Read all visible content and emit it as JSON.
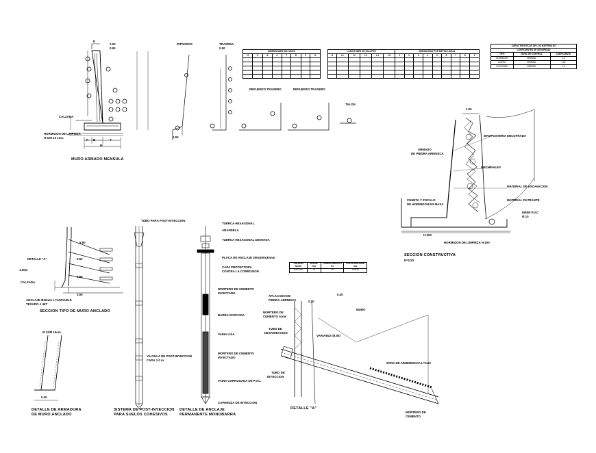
{
  "muro_mensula": {
    "title": "MURO ARMADO MENSULA",
    "labels": {
      "calzada": "CALZADA",
      "hormigon_limpieza": "HORMIGON DE LIMPIEZA",
      "h100": "H-100 10 cms.",
      "trasera": "TRASERA",
      "intrados": "INTRADOS",
      "refuerzo1": "REFUERZO TRASERO",
      "refuerzo2": "REFUERZO TRASERO",
      "talon": "TALON",
      "cota_200": "2.00",
      "cota_050": "0.50",
      "cota_150": "1.50",
      "dim_e": "E",
      "dim_b": "B",
      "dim_p": "P",
      "dim_t": "T",
      "dim_m": "M"
    }
  },
  "tabla_dimensiones": {
    "title": "DIMENSIONES DEL MURO",
    "headers": [
      "H",
      "C",
      "A",
      "C",
      "T",
      "D",
      "P",
      "H"
    ]
  },
  "tabla_armaduras": {
    "title_left": "LONGITUDES DE SOLAPES",
    "title_right": "ARMADURAS POR METRO LINEAL",
    "headers": [
      "H",
      "L1",
      "L2",
      "L3",
      "L4",
      "L5",
      "1",
      "2",
      "3",
      "4",
      "5",
      "6",
      "7",
      "8",
      "9"
    ]
  },
  "tabla_materiales": {
    "title": "CARACTERISTICAS DE LOS MATERIALES",
    "subtitle": "COEFICIENTES DE SEGURIDAD",
    "col1": "TIPO",
    "col2": "NIVEL DE CONTROL",
    "col3": "COEFICIENTE",
    "rows": [
      [
        "HORMIGON",
        "NORMAL",
        "1.5"
      ],
      [
        "ACERO",
        "NORMAL",
        "1.15"
      ],
      [
        "ACCIONES",
        "NORMAL",
        "1.6"
      ]
    ]
  },
  "seccion_constructiva": {
    "title": "SECCION CONSTRUCTIVA",
    "scale": "E=1/20",
    "labels": {
      "top_dim": "1.00",
      "mampuesto": "MAMPOSTERIA ENCOFRADA",
      "armado": "ARMADO",
      "piedra": "DE PIEDRA ARENISCA",
      "mechinales": "MECHINALES",
      "material_excavacion": "MATERIAL DE EXCAVACION",
      "material_filtrante": "MATERIAL FILTRANTE",
      "dren": "DREN P.V.C.",
      "dren_size": "Ø 10",
      "cuneta": "CUNETA Y ZOCALO",
      "cuneta2": "DE HORMIGON EN MASA",
      "h200": "H-200",
      "hormigon_limpieza": "HORMIGON DE LIMPIEZA H-100"
    }
  },
  "muro_anclado": {
    "title": "SECCION TIPO DE MURO ANCLADO",
    "labels": {
      "detalle_a": "DETALLE \"A\"",
      "calzada": "CALZADA",
      "anclaje": "ANCLAJE Ø32mm L=VARIABLE",
      "tesado": "TESADO A 46T",
      "dims": [
        "5.50",
        "5.50",
        "4.50",
        "3.50"
      ],
      "h": "1.50m"
    }
  },
  "detalle_armadura": {
    "title": "DETALLE DE ARMADURA",
    "title2": "DE MURO ANCLADO",
    "top_label": "Ø 12/Ø 15cm.",
    "dim": "0.40"
  },
  "post_inyeccion": {
    "title": "SISTEMA DE POST-INYECCION",
    "title2": "PARA SUELOS COHESIVOS",
    "labels": {
      "tubo": "TUBO PARA POST-INYECCION",
      "valvula": "VALVULA DE POST-INYECCION",
      "cada": "CADA 1.0 m."
    }
  },
  "detalle_anclaje": {
    "title": "DETALLE DE ANCLAJE",
    "title2": "PERMANENTE MONOBARRA",
    "labels": [
      "TUERCA HEXAGONAL",
      "ARANDELA",
      "TUERCA HEXAGONAL DENTADA",
      "PLACA DE ANCLAJE 300x300x30mm",
      "CAPA PROTECTORA",
      "CONTRA LA CORROSION",
      "MORTERO DE CEMENTO",
      "INYECTADO",
      "BARRA ROSCADA",
      "VAINA LISA",
      "MORTERO DE CEMENTO",
      "INYECTADO",
      "VAINA CORRUGADA DE P.V.C.",
      "CAPERUZA DE INYECCION"
    ],
    "table": {
      "headers": [
        "CALIDAD N/mm²",
        "Ø NOM. mm",
        "CARGA SERVICIO Tn.",
        "PLACA ANCLAJE mm"
      ],
      "row": [
        "900/1030",
        "32",
        "46",
        "250x30"
      ]
    }
  },
  "detalle_a": {
    "title": "DETALLE \"A\"",
    "labels": {
      "aplacado": "APLACADO DE",
      "piedra": "PIEDRA ARENISCA",
      "dim_top": "0.40",
      "dim_top2": "0.20",
      "muro": "MURO",
      "mortero": "MORTERO DE",
      "cemento": "CEMENTO 3cms",
      "tubo": "TUBO DE",
      "desaireacion": "DESAIREACION",
      "tubo2": "TUBO DE",
      "inyeccion": "INYECCION",
      "variable": "VARIABLE (6.50)",
      "zona": "ZONA DE ADHERENCIA L=3.50",
      "mortero2": "MORTERO DE",
      "cemento2": "CEMENTO"
    }
  }
}
